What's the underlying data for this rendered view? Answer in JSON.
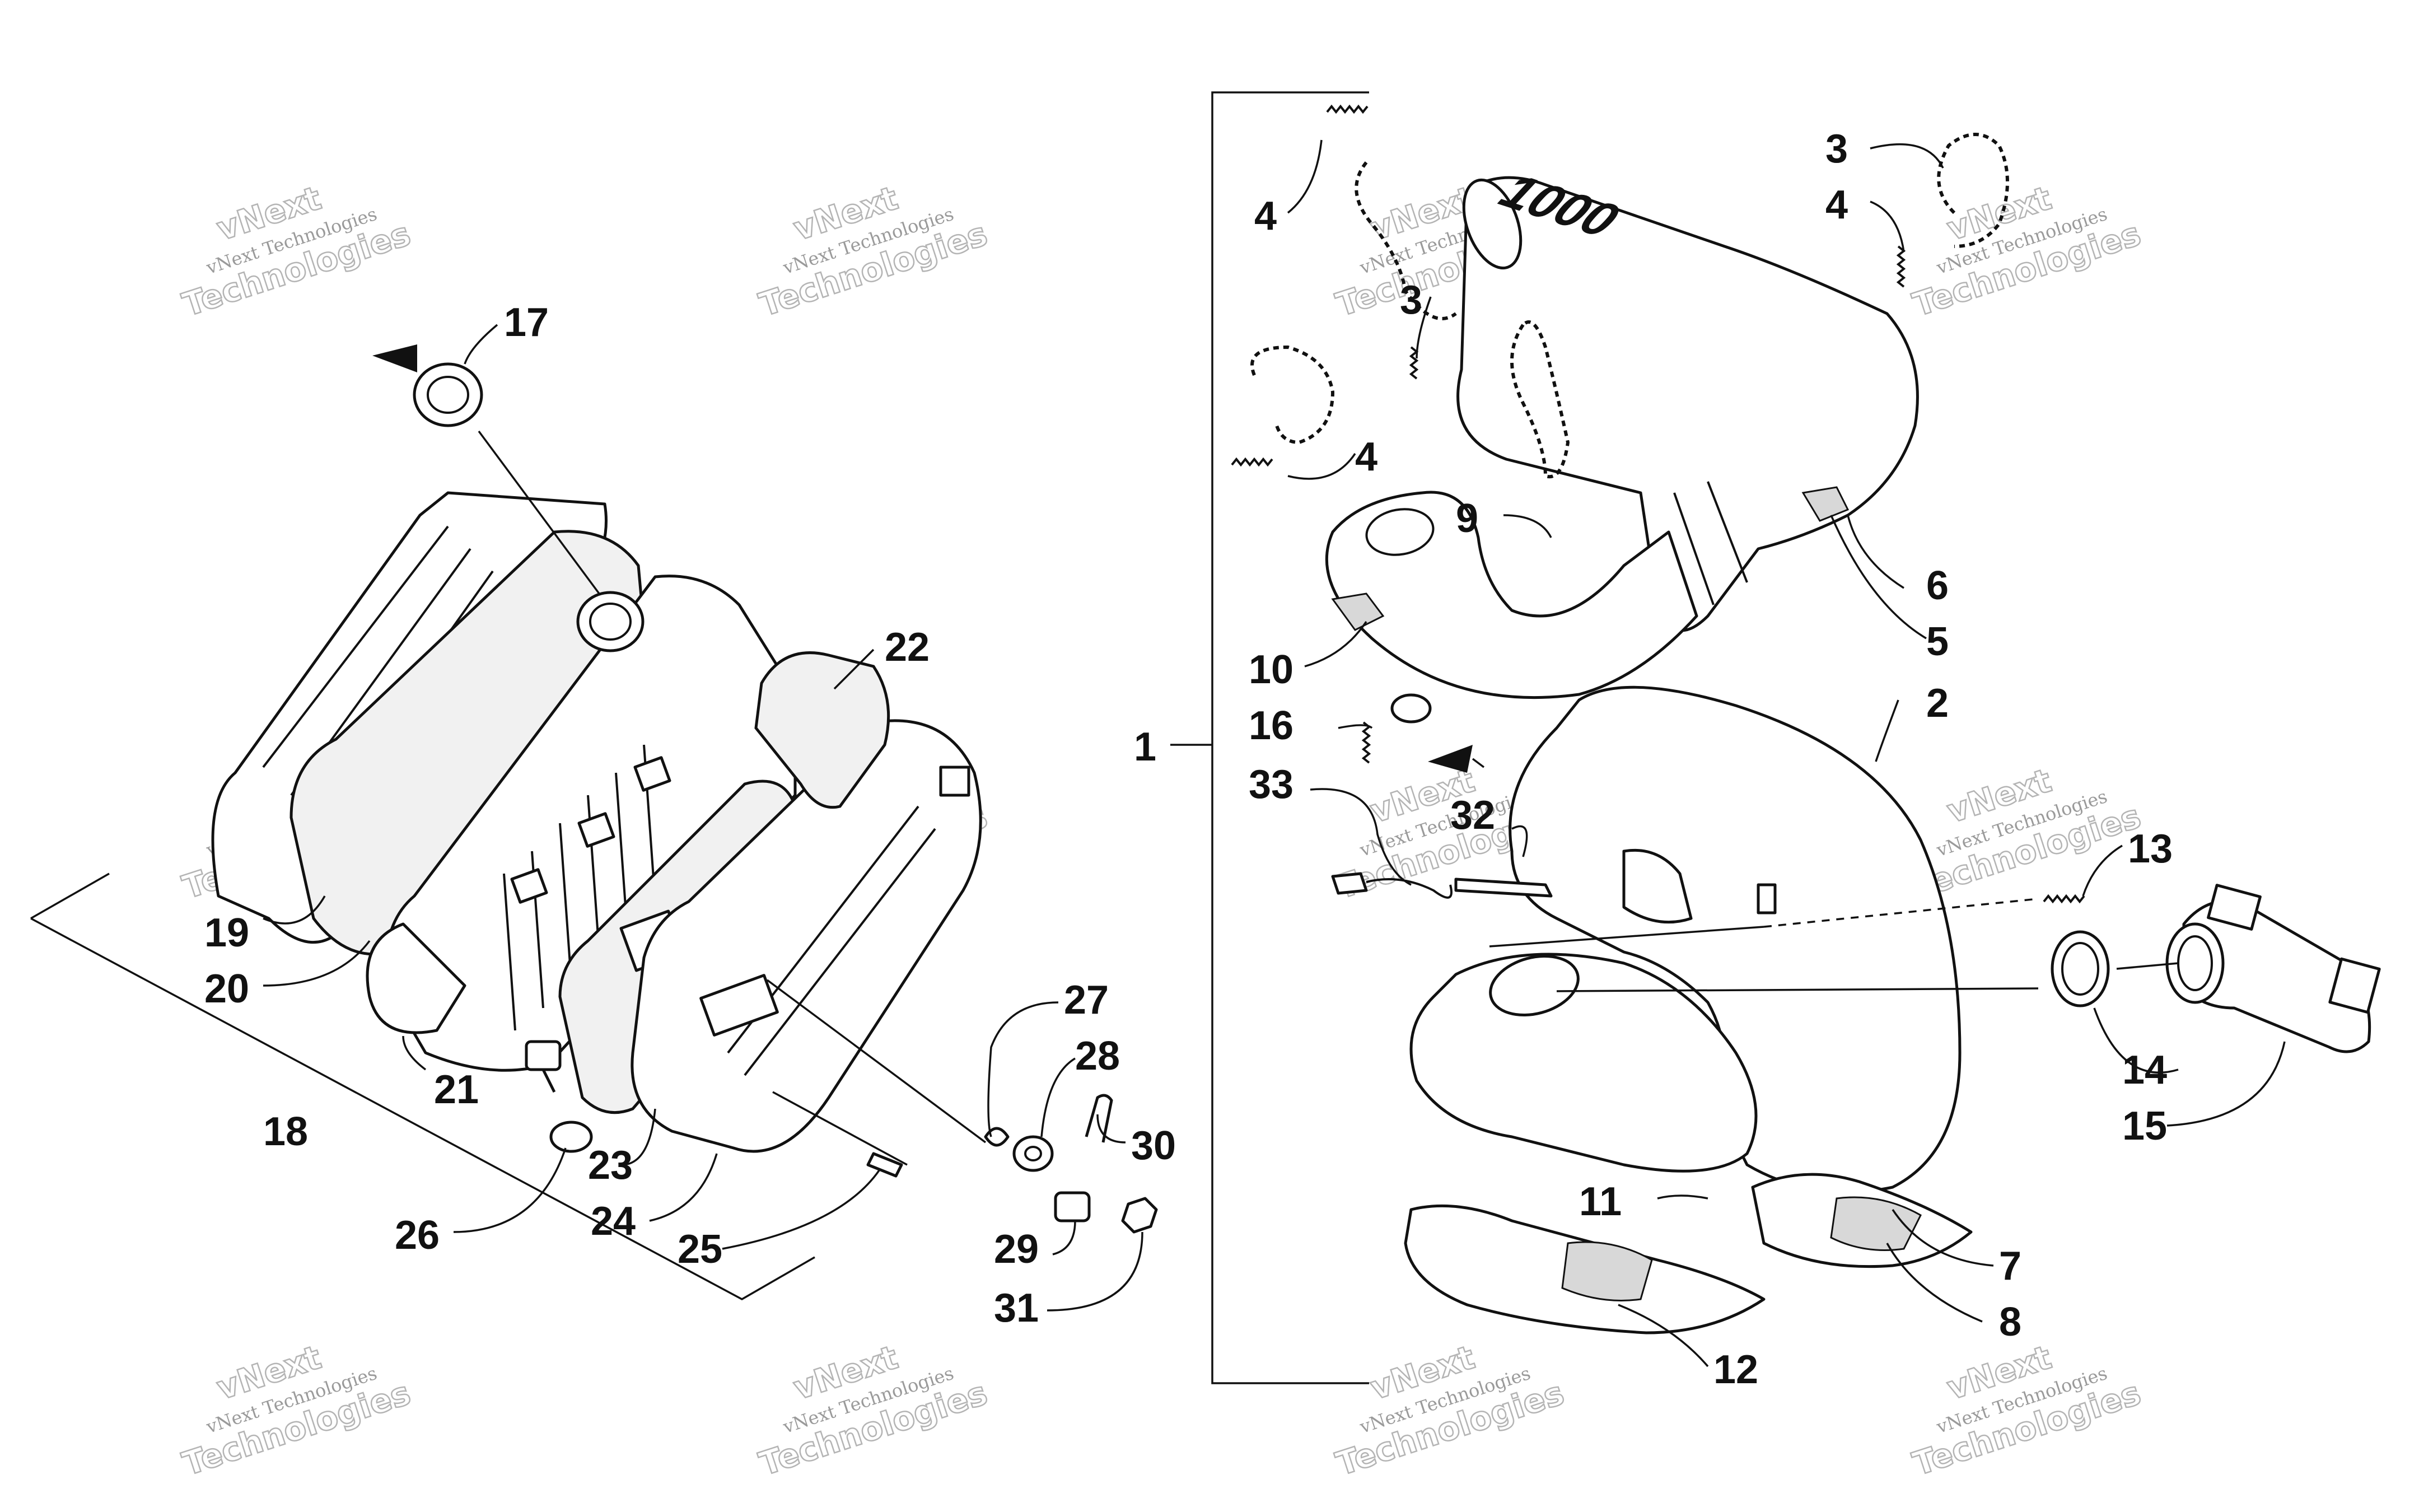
{
  "diagram": {
    "callouts": [
      "1",
      "2",
      "3",
      "3",
      "3",
      "4",
      "4",
      "4",
      "5",
      "6",
      "7",
      "8",
      "9",
      "10",
      "11",
      "12",
      "13",
      "14",
      "15",
      "16",
      "17",
      "18",
      "19",
      "20",
      "21",
      "22",
      "23",
      "24",
      "25",
      "26",
      "27",
      "28",
      "29",
      "30",
      "31",
      "32",
      "33"
    ],
    "emblem_text": "1000",
    "watermark": {
      "line1": "vNext Technologies",
      "line2": "vNext",
      "line3": "Technologies"
    }
  }
}
